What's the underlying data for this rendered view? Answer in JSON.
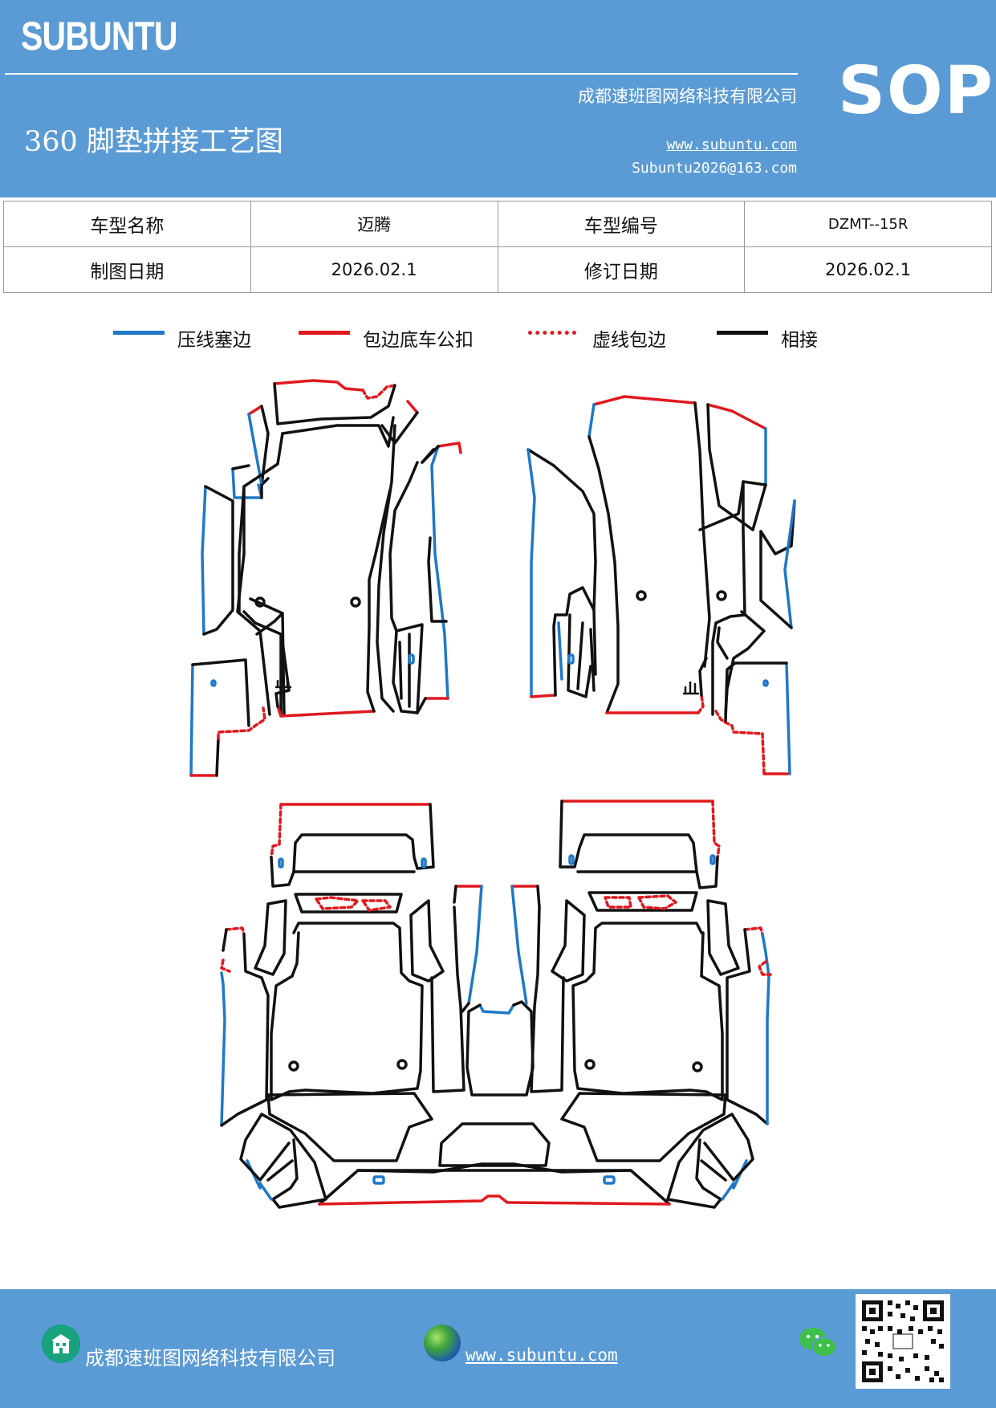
{
  "header": {
    "brand": "SUBUNTU",
    "sop": "SOP",
    "title": "360 脚垫拼接工艺图",
    "company": "成都速班图网络科技有限公司",
    "website": "www.subuntu.com",
    "email": "Subuntu2026@163.com"
  },
  "info_table": {
    "rows": [
      {
        "label1": "车型名称",
        "value1": "迈腾",
        "label2": "车型编号",
        "value2": "DZMT--15R"
      },
      {
        "label1": "制图日期",
        "value1": "2026.02.1",
        "label2": "修订日期",
        "value2": "2026.02.1"
      }
    ]
  },
  "legend": [
    {
      "label": "压线塞边",
      "color": "#1f78c8",
      "style": "solid"
    },
    {
      "label": "包边底车公扣",
      "color": "#e0191f",
      "style": "solid"
    },
    {
      "label": "虚线包边",
      "color": "#e0191f",
      "style": "dotted"
    },
    {
      "label": "相接",
      "color": "#111111",
      "style": "solid"
    }
  ],
  "footer": {
    "company": "成都速班图网络科技有限公司",
    "website": "www.subuntu.com"
  },
  "colors": {
    "header_bg": "#5b9bd5",
    "blue_line": "#1f78c8",
    "red_line": "#e0191f",
    "black_line": "#111111"
  },
  "icons": [
    "building-icon",
    "globe-icon",
    "wechat-icon",
    "qr-code"
  ]
}
